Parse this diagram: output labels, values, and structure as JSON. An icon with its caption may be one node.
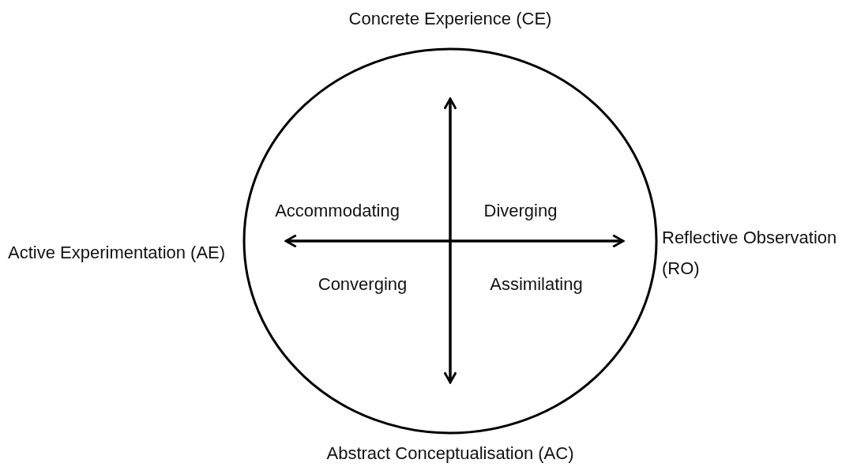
{
  "diagram": {
    "nodes": [
      {
        "text": [
          "Accommodating",
          "Diverging",
          "Converging",
          "Assimilating"
        ]
      }
    ],
    "edges": [],
    "labels": [
      "Concrete Experience (CE)",
      "Active Experimentation (AE)",
      "Reflective Observation (RO)",
      "Abstract Conceptualisation (AC)"
    ]
  }
}
